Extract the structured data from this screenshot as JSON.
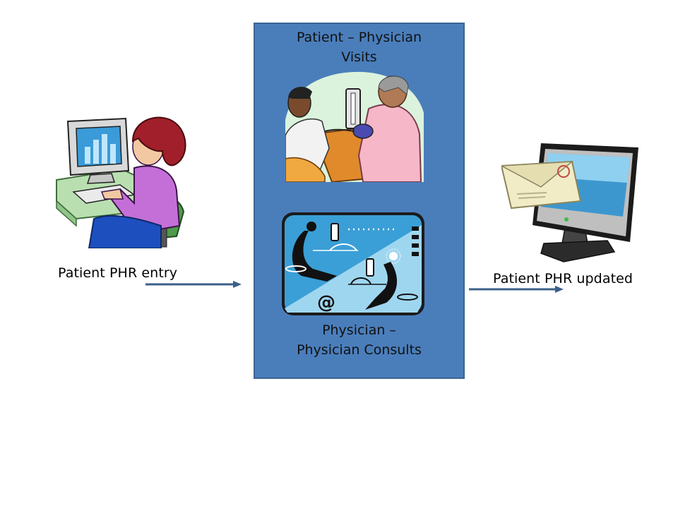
{
  "left": {
    "caption": "Patient PHR entry",
    "icon": "patient-at-computer-icon"
  },
  "center": {
    "panel_color": "#4a7ebb",
    "top_title_line1": "Patient – Physician",
    "top_title_line2": "Visits",
    "bottom_title_line1": "Physician –",
    "bottom_title_line2": "Physician Consults",
    "top_icon": "doctor-patient-visit-icon",
    "bottom_icon": "physician-consult-network-icon"
  },
  "right": {
    "caption": "Patient PHR updated",
    "icon": "monitor-with-letter-icon"
  },
  "arrow_color": "#3b5f8a"
}
